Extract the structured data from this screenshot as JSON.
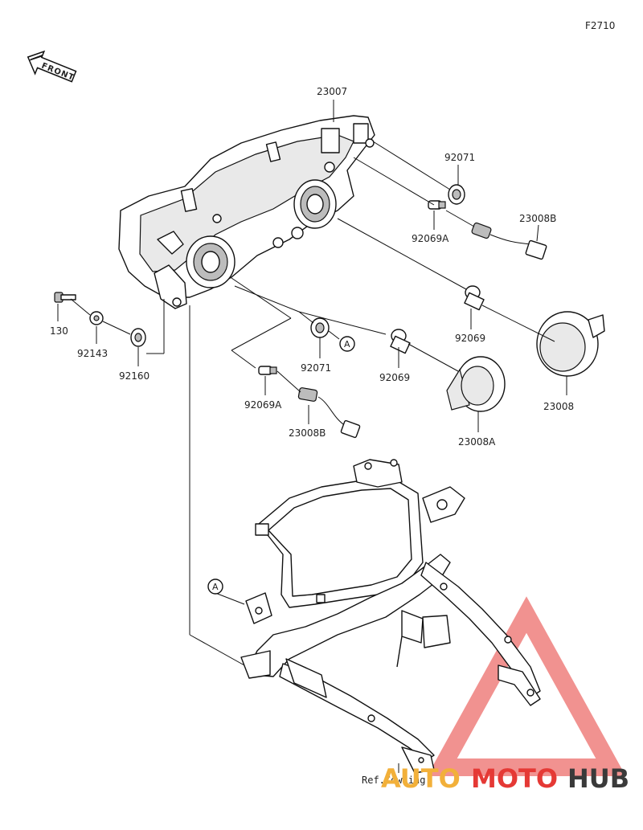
{
  "figure_code": "F2710",
  "front_badge": "FRONT",
  "ref_note": "Ref.Cowling",
  "callout_marker": "A",
  "parts": {
    "headlight_assy": "23007",
    "grommet_upper": "92071",
    "bulb_socket_right": "92069A",
    "socket_harness_right": "23008B",
    "screw_130": "130",
    "collar": "92143",
    "damper": "92160",
    "grommet_lower": "92071",
    "bulb_right": "92069",
    "bulb_left": "92069",
    "cap_right": "23008",
    "bulb_socket_left": "92069A",
    "socket_harness_left": "23008B",
    "cap_left": "23008A"
  },
  "watermark": {
    "part1": "AUTO",
    "part2": "MOTO",
    "part3": "HUB",
    "colors": {
      "auto": "#f2b03a",
      "moto": "#e53935",
      "hub": "#3a3a3a",
      "triangle": "#e53935"
    }
  }
}
